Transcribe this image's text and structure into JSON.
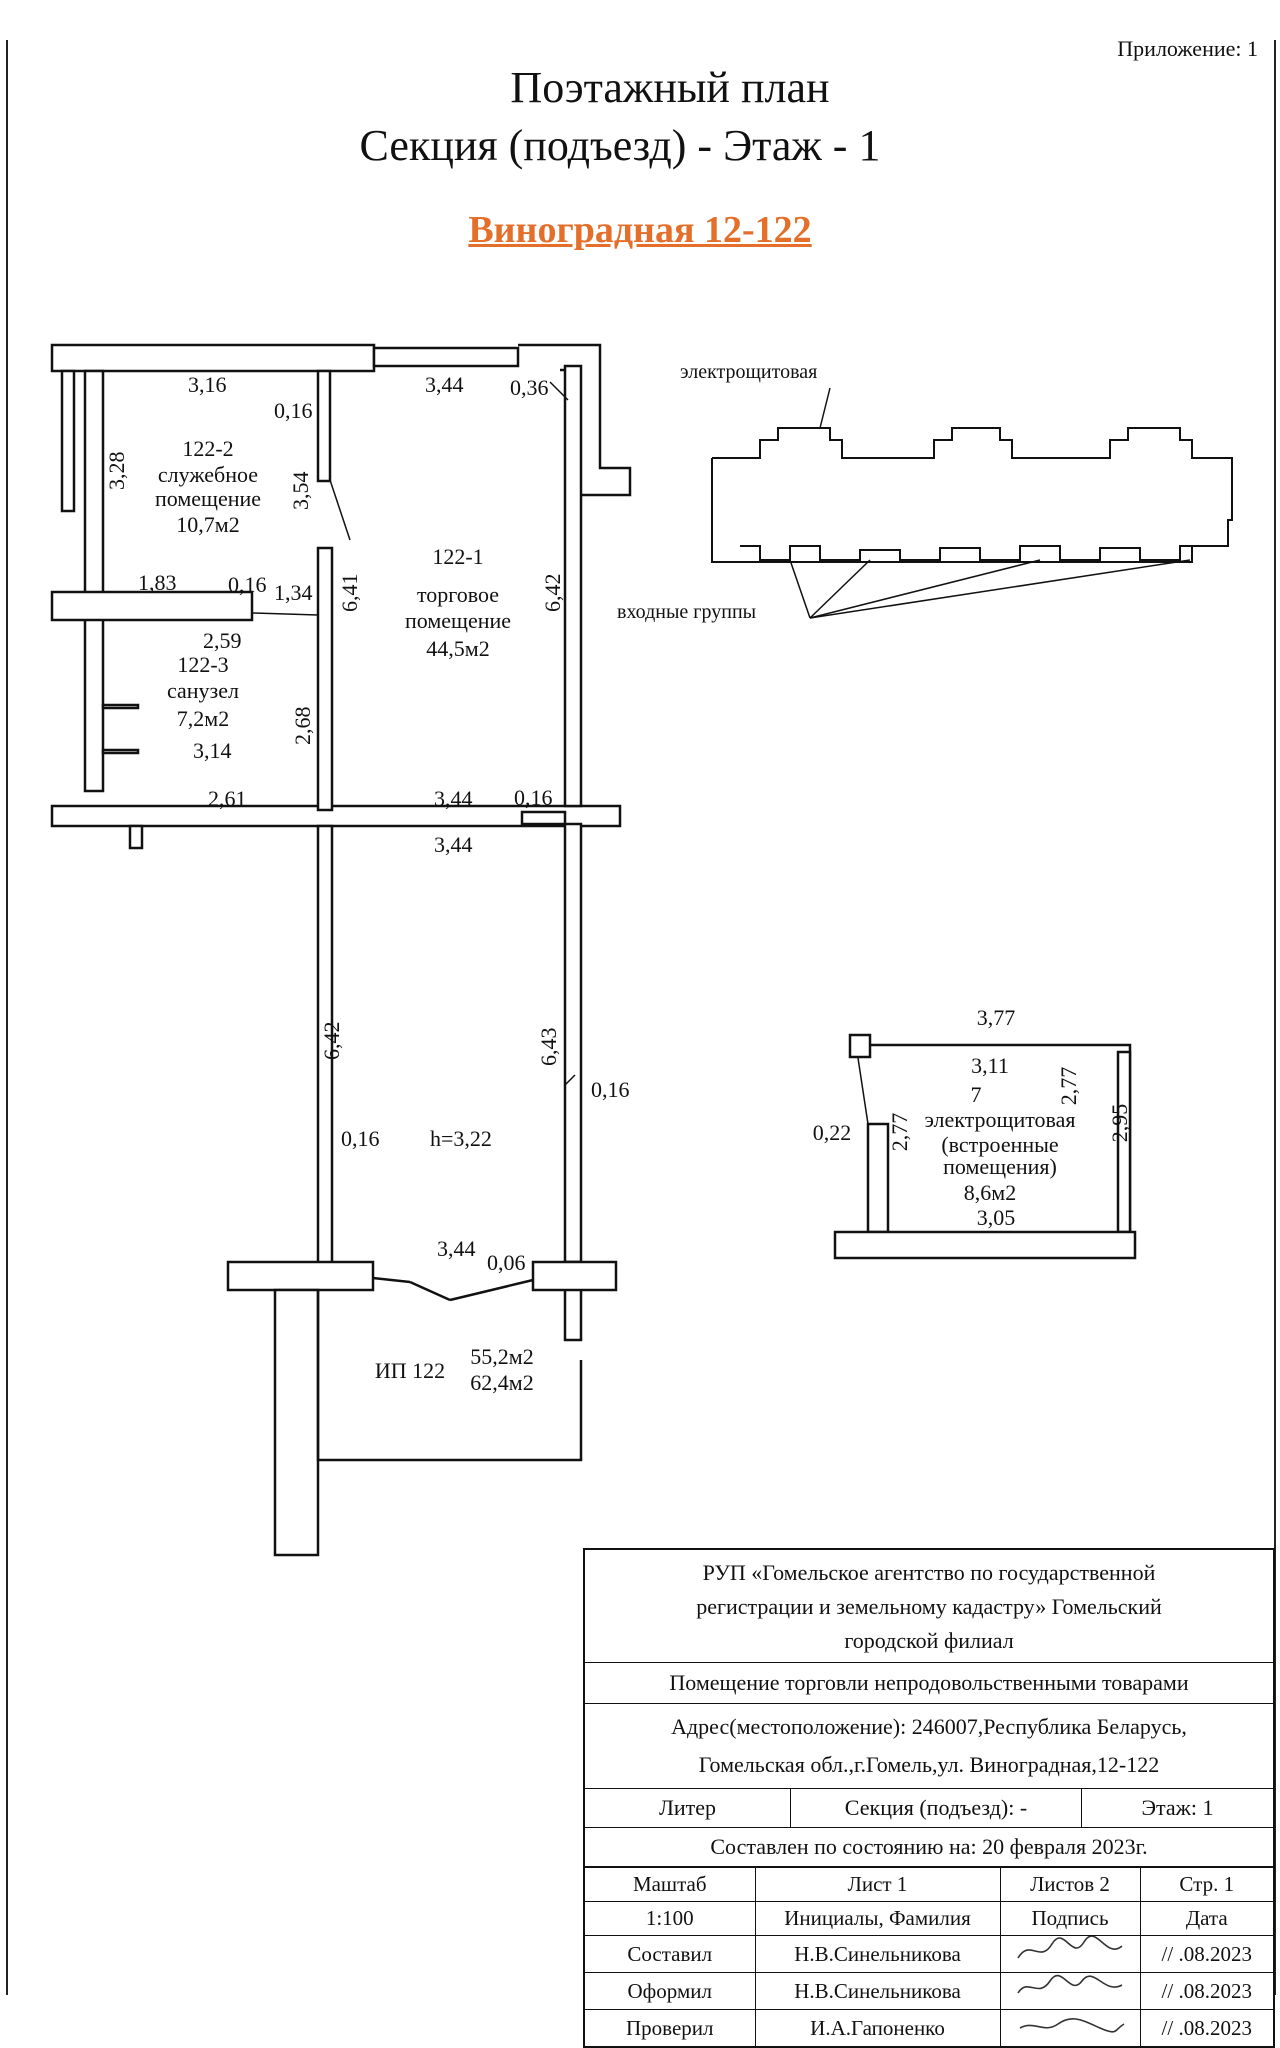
{
  "header": {
    "appendix": "Приложение: 1",
    "title_line1": "Поэтажный план",
    "title_line2": "Секция (подъезд) -  Этаж - 1",
    "address_title": "Виноградная 12-122"
  },
  "colors": {
    "accent": "#e46f2a",
    "ink": "#111111"
  },
  "plan": {
    "dimensions": {
      "d_316": "3,16",
      "d_344_top": "3,44",
      "d_036": "0,36",
      "d_016_a": "0,16",
      "d_328": "3,28",
      "d_354": "3,54",
      "d_183": "1,83",
      "d_016_b": "0,16",
      "d_134": "1,34",
      "d_641": "6,41",
      "d_642_a": "6,42",
      "d_259": "2,59",
      "d_268": "2,68",
      "d_314": "3,14",
      "d_261": "2,61",
      "d_344_mid": "3,44",
      "d_016_c": "0,16",
      "d_344_mid2": "3,44",
      "d_642_b": "6,42",
      "d_643": "6,43",
      "d_016_d": "0,16",
      "d_016_e": "0,16",
      "h": "h=3,22",
      "d_344_bot": "3,44",
      "d_006": "0,06"
    },
    "rooms": {
      "r2_num": "122-2",
      "r2_name1": "служебное",
      "r2_name2": "помещение",
      "r2_area": "10,7м2",
      "r1_num": "122-1",
      "r1_name1": "торговое",
      "r1_name2": "помещение",
      "r1_area": "44,5м2",
      "r3_num": "122-3",
      "r3_name": "санузел",
      "r3_area": "7,2м2",
      "ip_label": "ИП 122",
      "ip_area1": "55,2м2",
      "ip_area2": "62,4м2"
    },
    "key_plan": {
      "label_top": "электрощитовая",
      "label_bottom": "входные группы"
    },
    "electrical": {
      "d_377": "3,77",
      "d_311": "3,11",
      "d_277_a": "2,77",
      "d_277_b": "2,77",
      "d_295": "2,95",
      "d_022": "0,22",
      "d_305": "3,05",
      "num": "7",
      "name1": "электрощитовая",
      "name2": "(встроенные",
      "name3": "помещения)",
      "area": "8,6м2"
    }
  },
  "stamp": {
    "org_line1": "РУП «Гомельское агентство по государственной",
    "org_line2": "регистрации и земельному кадастру» Гомельский",
    "org_line3": "городской филиал",
    "object": "Помещение торговли непродовольственными товарами",
    "address_line1": "Адрес(местоположение): 246007,Республика Беларусь,",
    "address_line2": "Гомельская обл.,г.Гомель,ул. Виноградная,12-122",
    "liter": "Литер",
    "section": "Секция (подъезд): -",
    "floor": "Этаж: 1",
    "state": "Составлен по состоянию на: 20 февраля 2023г.",
    "scale_label": "Маштаб",
    "sheet": "Лист 1",
    "sheets": "Листов 2",
    "page": "Стр. 1",
    "scale_value": "1:100",
    "col_name": "Инициалы, Фамилия",
    "col_sign": "Подпись",
    "col_date": "Дата",
    "rows": [
      {
        "role": "Составил",
        "name": "Н.В.Синельникова",
        "date": "//  .08.2023"
      },
      {
        "role": "Оформил",
        "name": "Н.В.Синельникова",
        "date": "//  .08.2023"
      },
      {
        "role": "Проверил",
        "name": "И.А.Гапоненко",
        "date": "//  .08.2023"
      }
    ]
  }
}
